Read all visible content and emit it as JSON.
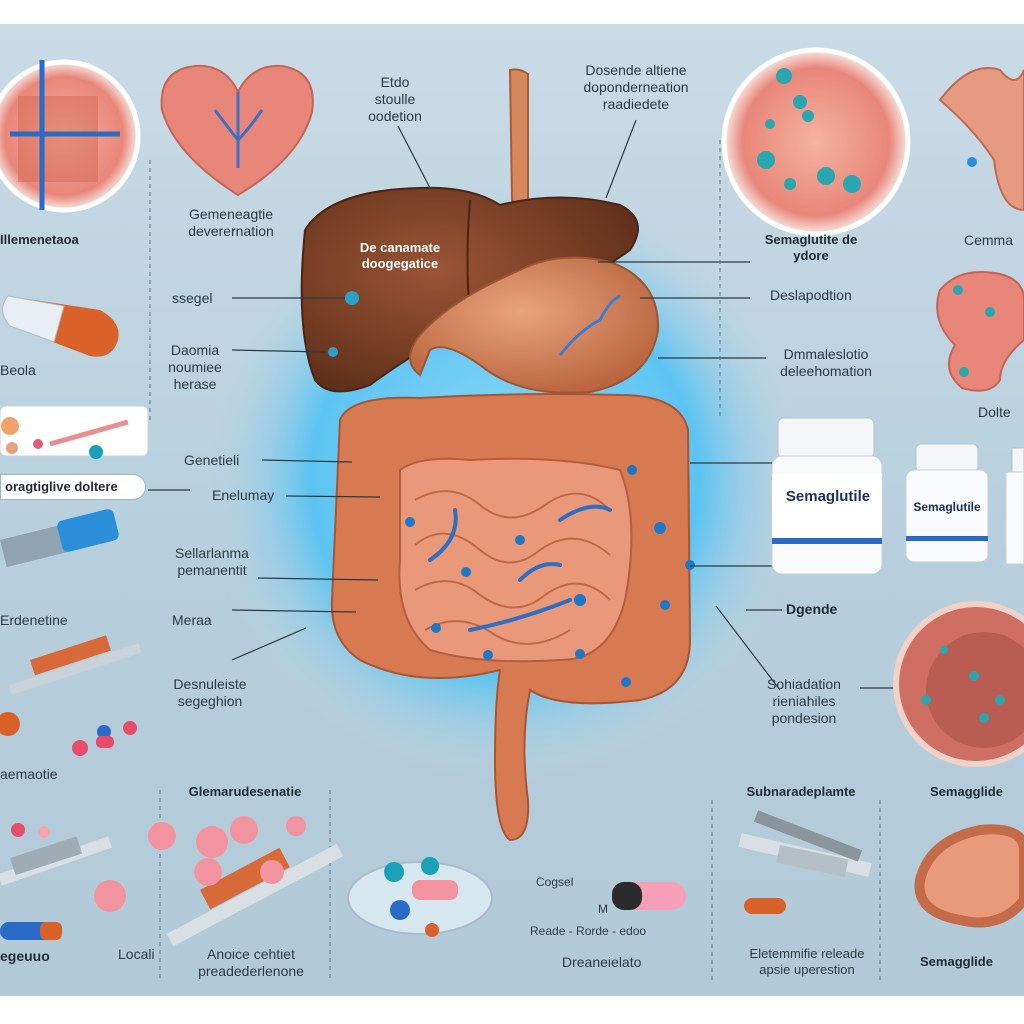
{
  "labels": {
    "top_left_panel": "Illemenetaoa",
    "top_center_1": "Etdo\nstoulle\noodetion",
    "top_center_2": "Dosende altiene\ndoponderneation\nraadiedete",
    "left_1": "Gemeneagtie\ndeverernation",
    "left_2": "ssegel",
    "left_3": "Daomia\nnoumiee\nherase",
    "left_4": "Genetieli",
    "left_5": "Enelumay",
    "left_6": "Sellarlanma\npemanentit",
    "left_7": "Meraa",
    "left_8": "Desnuleiste\nsegeghion",
    "liver_text": "De canamate\ndoogegatice",
    "right_1": "Semaglutite de\nydore",
    "right_2": "Deslapodtion",
    "right_3": "Dmmaleslotio\ndeleehomation",
    "right_4": "Dgende",
    "right_5": "Sohiadation\nrieniahiles\npondesion",
    "far_left_1": "Beola",
    "far_left_pill": "oragtiglive doltere",
    "far_left_2": "Erdenetine",
    "far_left_3": "aemaotie",
    "far_left_4": "egeuuo",
    "far_right_1": "Cemma",
    "far_right_2": "Dolte",
    "far_right_3": "Semagglide",
    "far_right_4": "Semagglide",
    "bottom_1": "Glemarudesenatie",
    "bottom_2": "Subnaradeplamte",
    "bottom_3": "Locali",
    "bottom_4": "Anoice cehtiet\npreadederlenone",
    "bottom_5": "Cogsel",
    "bottom_6": "M",
    "bottom_7": "Reade  -  Rorde  -  edoo",
    "bottom_8": "Dreaneielato",
    "bottom_9": "Eletemmifie releade\napsie uperestion",
    "bottle_1": "Semaglutile",
    "bottle_2": "Semaglutile"
  },
  "colors": {
    "background": "#bcd2df",
    "glow": "#5cc4f2",
    "intestine": "#d77a52",
    "liver": "#7a3f25",
    "stomach": "#c97a52",
    "pill_blue": "#2a8fd8",
    "pill_orange": "#d9622b"
  }
}
